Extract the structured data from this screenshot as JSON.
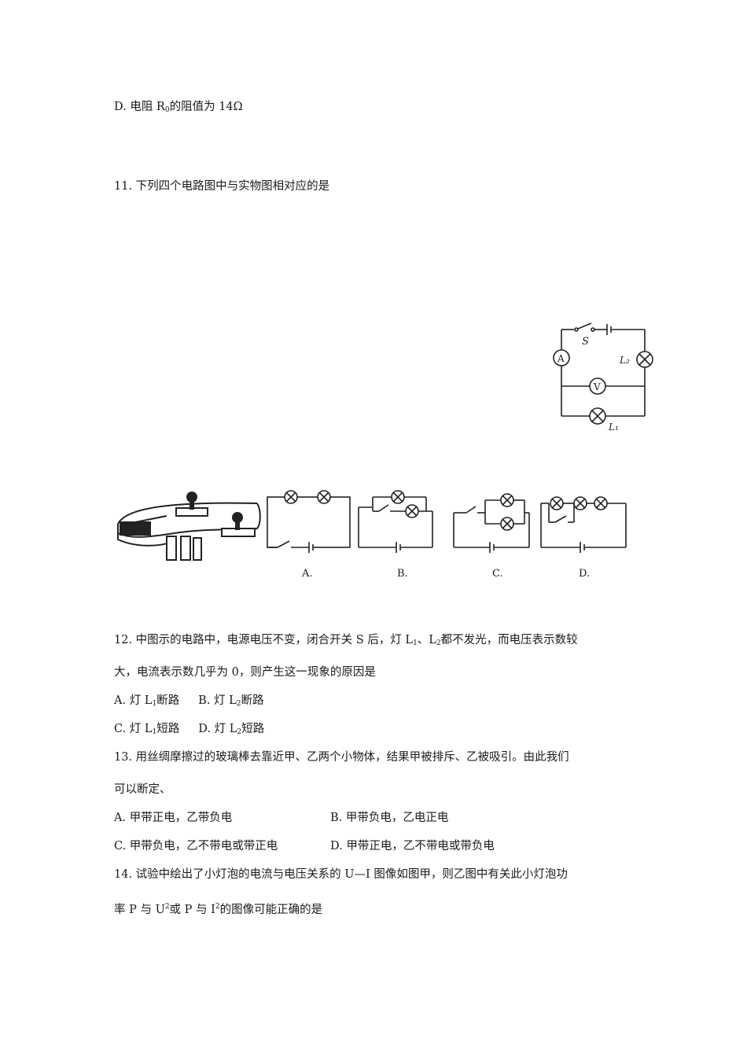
{
  "q10": {
    "option_d_prefix": "D. 电阻 R",
    "option_d_sub": "0",
    "option_d_suffix": "的阻值为 14Ω"
  },
  "q11": {
    "stem": "11. 下列四个电路图中与实物图相对应的是",
    "option_labels": [
      "A.",
      "B.",
      "C.",
      "D."
    ]
  },
  "q12": {
    "stem_line1_a": "12. 中图示的电路中，电源电压不变，闭合开关 S 后，灯 L",
    "stem_line1_sub1": "1",
    "stem_line1_b": "、L",
    "stem_line1_sub2": "2",
    "stem_line1_c": "都不发光，而电压表示数较",
    "stem_line2": "大，电流表示数几乎为 0，则产生这一现象的原因是",
    "opt_a_pre": "A. 灯 L",
    "opt_a_sub": "1",
    "opt_a_post": "断路",
    "opt_b_pre": "B. 灯 L",
    "opt_b_sub": "2",
    "opt_b_post": "断路",
    "opt_c_pre": "C. 灯 L",
    "opt_c_sub": "1",
    "opt_c_post": "短路",
    "opt_d_pre": "D. 灯 L",
    "opt_d_sub": "2",
    "opt_d_post": "短路",
    "circuit_labels": {
      "switch": "S",
      "ammeter": "A",
      "voltmeter": "V",
      "lamp2": "L₂",
      "lamp1": "L₁"
    }
  },
  "q13": {
    "stem_line1": "13. 用丝绸摩擦过的玻璃棒去靠近甲、乙两个小物体，结果甲被排斥、乙被吸引。由此我们",
    "stem_line2": "可以断定、",
    "opt_a": "A. 甲带正电，乙带负电",
    "opt_b": "B. 甲带负电，乙电正电",
    "opt_c": "C. 甲带负电，乙不带电或带正电",
    "opt_d": "D. 甲带正电，乙不带电或带负电"
  },
  "q14": {
    "stem_line1": "14. 试验中绘出了小灯泡的电流与电压关系的 U—I 图像如图甲，则乙图中有关此小灯泡功",
    "stem_line2_a": "率 P 与 U",
    "stem_line2_sup1": "2",
    "stem_line2_b": "或 P 与 I",
    "stem_line2_sup2": "2",
    "stem_line2_c": "的图像可能正确的是"
  }
}
